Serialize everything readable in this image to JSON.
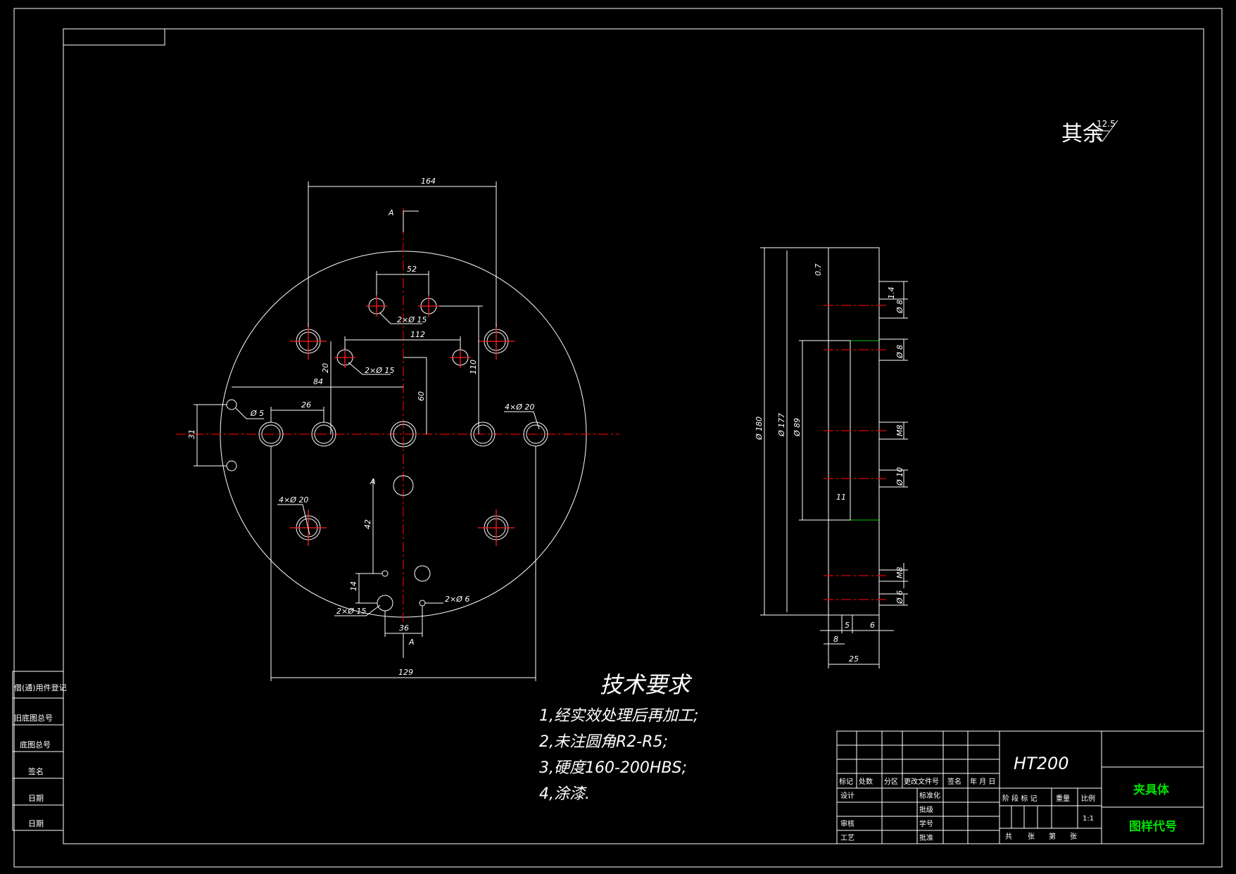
{
  "surface_finish": {
    "label": "其余",
    "value": "12.5"
  },
  "front_view": {
    "dims": {
      "d164": "164",
      "d52": "52",
      "d112": "112",
      "d84": "84",
      "d26": "26",
      "d20": "20",
      "d110": "110",
      "d60": "60",
      "d31": "31",
      "d42": "42",
      "d14": "14",
      "d36": "36",
      "d129": "129"
    },
    "callouts": {
      "top_holes": "2×Ø 15",
      "mid_holes": "2×Ø 15",
      "small_hole": "Ø 5",
      "right_holes": "4×Ø 20",
      "left_holes": "4×Ø 20",
      "bottom_holes": "2×Ø 15",
      "bottom_small": "2×Ø 6"
    },
    "section_mark_top": "A",
    "section_mark_bottom": "A",
    "section_mark_side": "A"
  },
  "side_view": {
    "dims": {
      "phi180": "Ø 180",
      "phi177": "Ø 177",
      "phi89": "Ø 89",
      "phi8a": "Ø 8",
      "phi8b": "Ø 8",
      "phi10": "Ø 10",
      "m8": "M8",
      "m8b": "M8",
      "phi6": "Ø 6",
      "d11": "11",
      "d5": "5",
      "d6": "6",
      "d8": "8",
      "d25": "25",
      "d14": "1.4",
      "d07": "0.7"
    }
  },
  "tech_req": {
    "title": "技术要求",
    "items": [
      "1,经实效处理后再加工;",
      "2,未注圆角R2-R5;",
      "3,硬度160-200HBS;",
      "4,涂漆."
    ]
  },
  "left_strip": {
    "rows": [
      "借(通)用件登记",
      "旧底图总号",
      "底图总号",
      "签名",
      "日期",
      "日期"
    ]
  },
  "title_block": {
    "material": "HT200",
    "part_name": "夹具体",
    "drawing_no": "图样代号",
    "header": [
      "标记",
      "处数",
      "分区",
      "更改文件号",
      "签名",
      "年 月 日"
    ],
    "rows_left": [
      "设计",
      "",
      "审核",
      "工艺"
    ],
    "rows_mid": [
      "标准化",
      "批级",
      "学号",
      "批准"
    ],
    "stage_headers": [
      "阶 段 标 记",
      "重量",
      "比例"
    ],
    "scale": "1:1",
    "sheet": [
      "共",
      "张",
      "第",
      "张"
    ]
  },
  "colors": {
    "line": "#ffffff",
    "center": "#e00000",
    "hatch": "#00c800",
    "title_green": "#00e000"
  }
}
